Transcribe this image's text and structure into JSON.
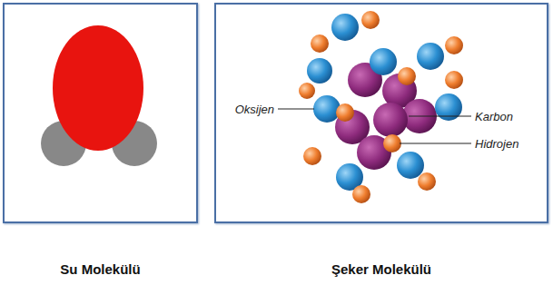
{
  "diagram": {
    "nodes": [
      {
        "text": [
          "Su Molekülü"
        ]
      },
      {
        "text": [
          "Şeker Molekülü"
        ]
      }
    ],
    "labels": [
      "Oksijen",
      "Karbon",
      "Hidrojen"
    ]
  }
}
